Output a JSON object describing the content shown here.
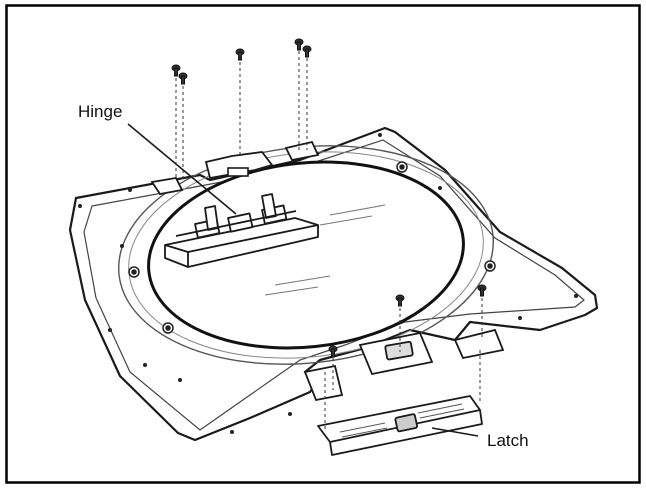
{
  "labels": {
    "hinge": "Hinge",
    "latch": "Latch"
  },
  "colors": {
    "line": "#1a1a1a",
    "background": "#ffffff",
    "frame": "#000000"
  },
  "parts": [
    "hinge",
    "latch",
    "screws",
    "glass-plate",
    "scanner-frame"
  ]
}
